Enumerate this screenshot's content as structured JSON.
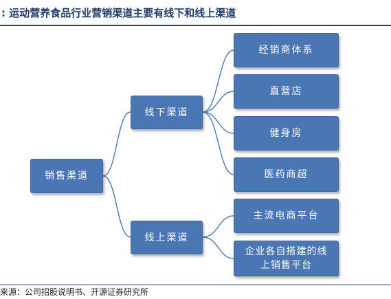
{
  "header": {
    "title": ": 运动营养食品行业营销渠道主要有线下和线上渠道"
  },
  "diagram": {
    "root": "销售渠道",
    "branches": [
      {
        "label": "线下渠道",
        "children": [
          "经销商体系",
          "直营店",
          "健身房",
          "医药商超"
        ]
      },
      {
        "label": "线上渠道",
        "children": [
          "主流电商平台",
          "企业各自搭建的线上销售平台"
        ]
      }
    ],
    "colors": {
      "box_fill": "#4a77b4",
      "connector": "#4a77b4",
      "title_text": "#1f3a6b"
    }
  },
  "footer": {
    "source": "来源：公司招股说明书、开源证券研究所"
  }
}
